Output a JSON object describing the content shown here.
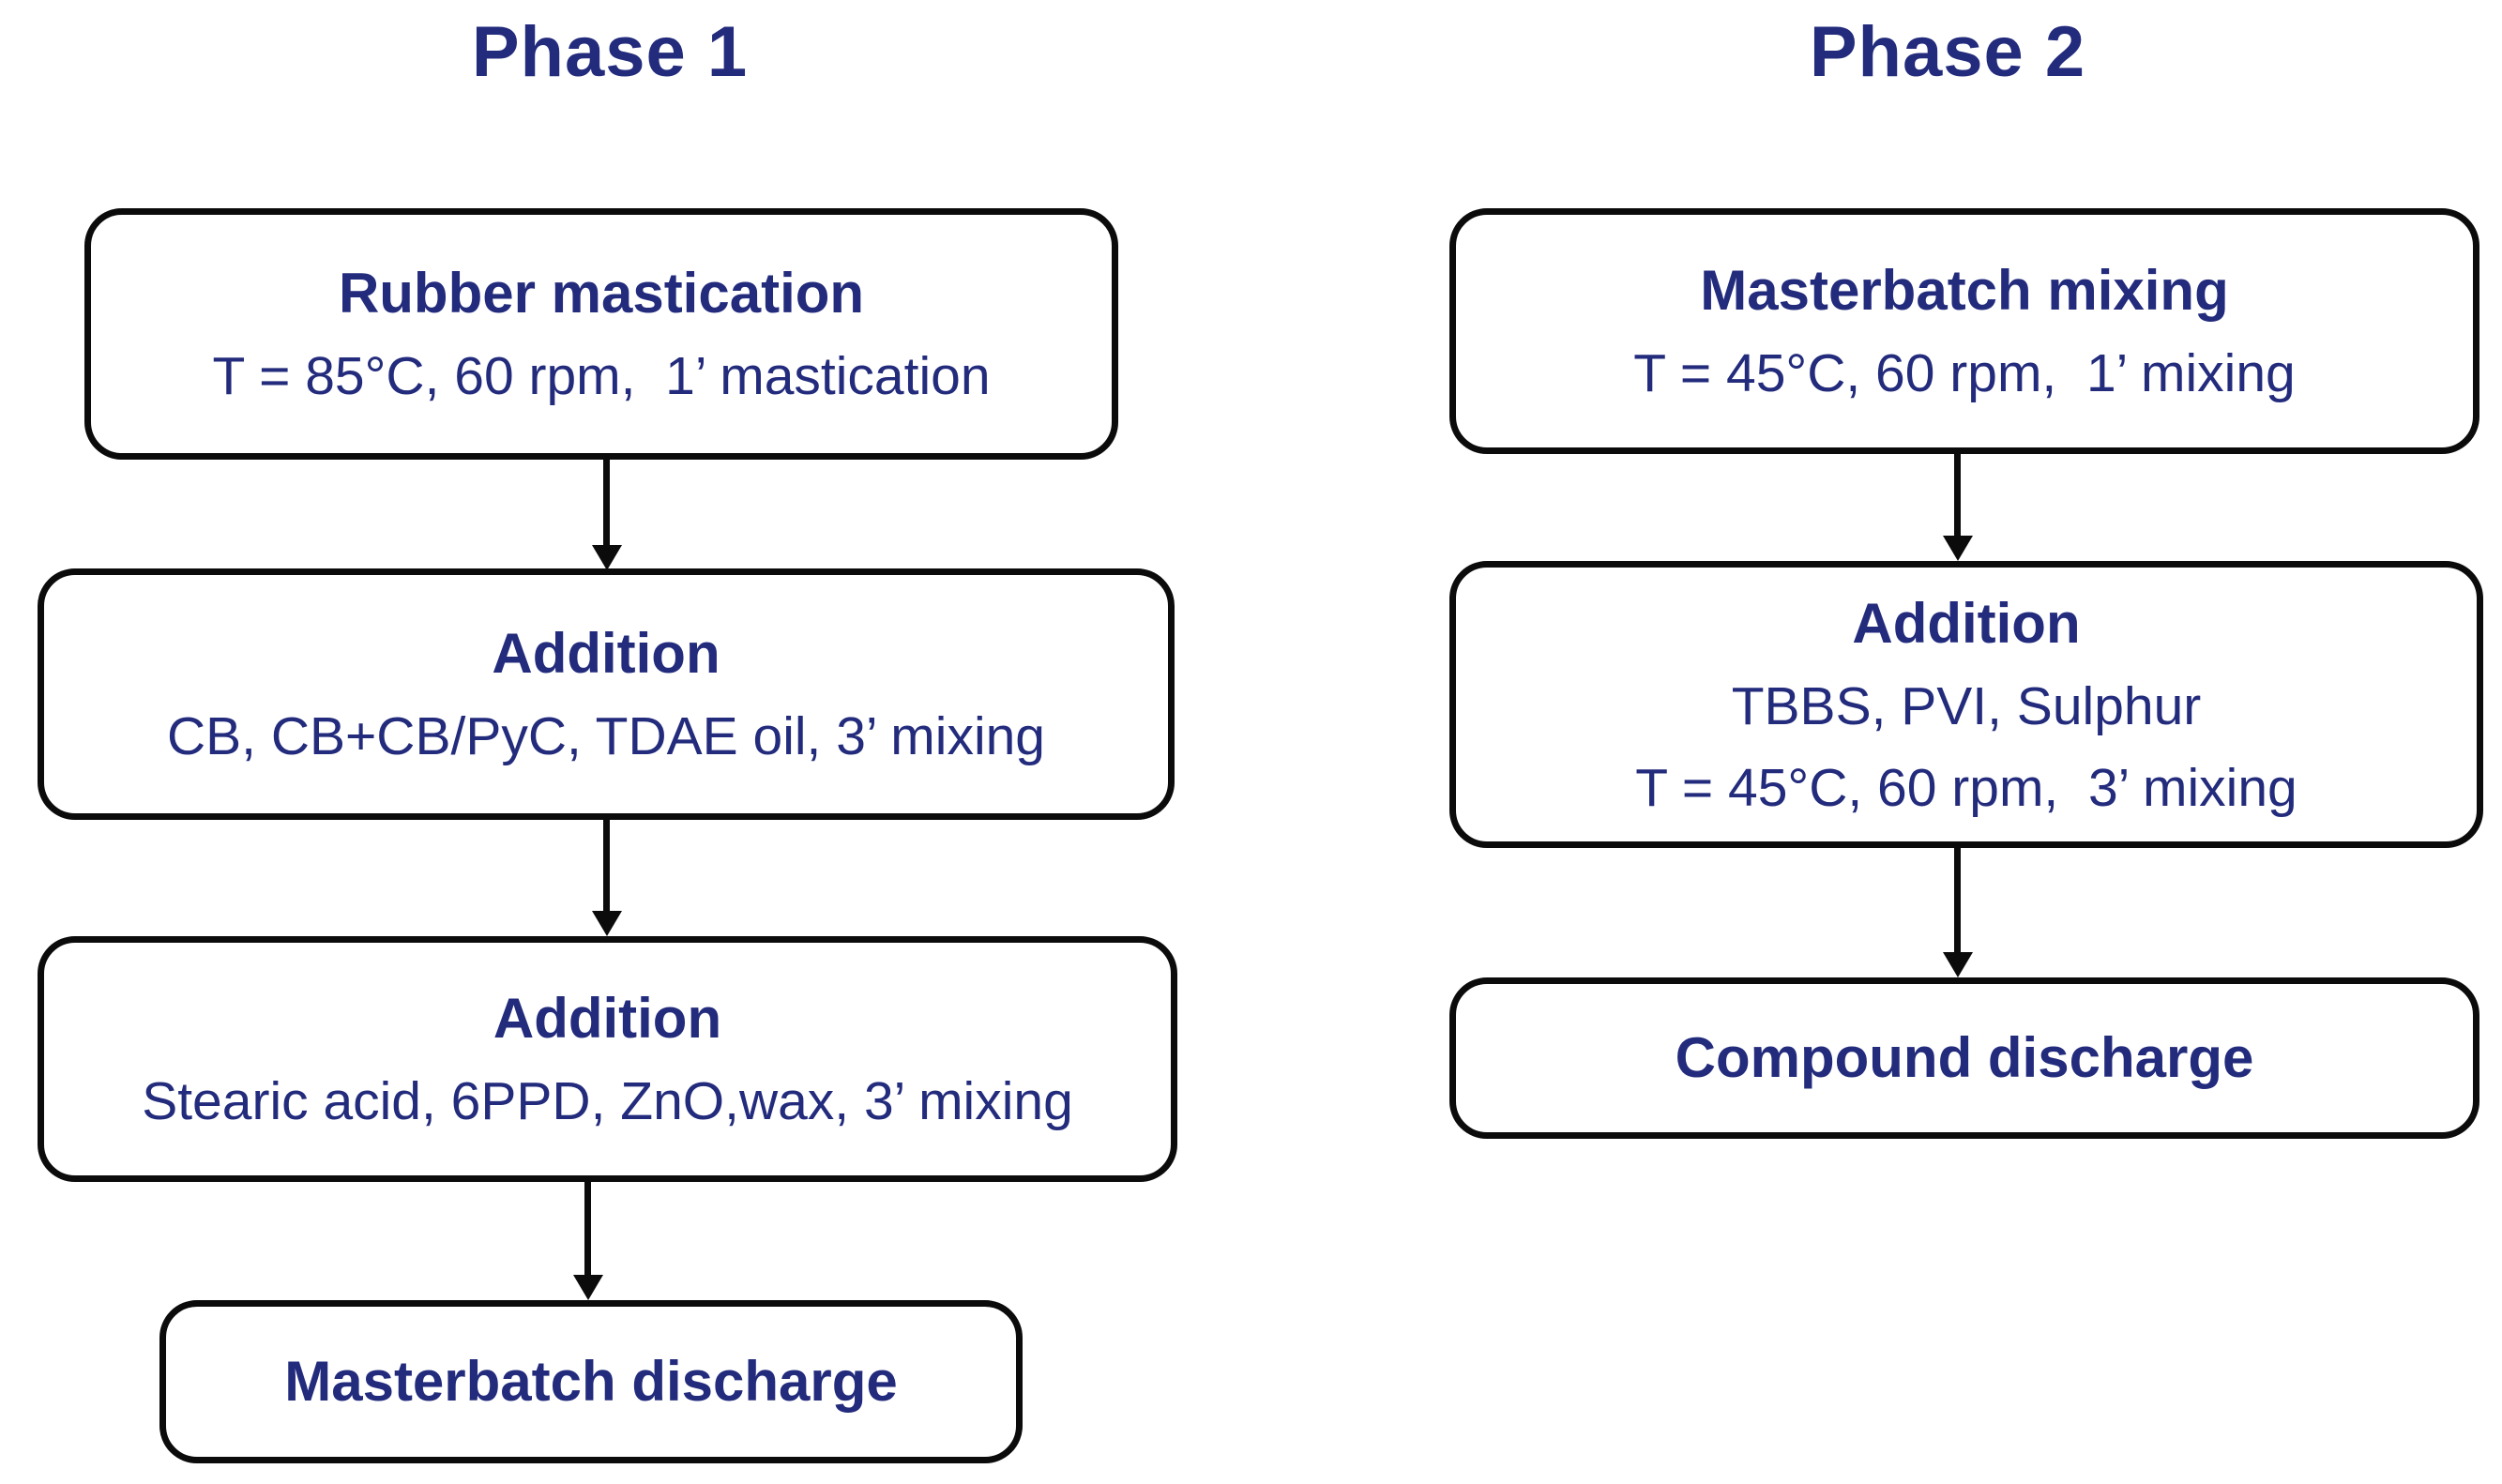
{
  "colors": {
    "text_navy": "#232b7c",
    "line_black": "#0b0b0b",
    "background": "#ffffff"
  },
  "diagram": {
    "columns": [
      {
        "title": "Phase 1",
        "nodes": [
          {
            "heading": "Rubber mastication",
            "lines": [
              "T = 85°C, 60 rpm,  1’ mastication"
            ]
          },
          {
            "heading": "Addition",
            "lines": [
              "CB, CB+CB/PyC, TDAE oil, 3’ mixing"
            ]
          },
          {
            "heading": "Addition",
            "lines": [
              "Stearic acid, 6PPD, ZnO,wax, 3’ mixing"
            ]
          },
          {
            "heading": "Masterbatch discharge",
            "lines": []
          }
        ]
      },
      {
        "title": "Phase 2",
        "nodes": [
          {
            "heading": "Masterbatch mixing",
            "lines": [
              "T = 45°C, 60 rpm,  1’ mixing"
            ]
          },
          {
            "heading": "Addition",
            "lines": [
              "TBBS, PVI, Sulphur",
              "T = 45°C, 60 rpm,  3’ mixing"
            ]
          },
          {
            "heading": "Compound discharge",
            "lines": []
          }
        ]
      }
    ]
  }
}
